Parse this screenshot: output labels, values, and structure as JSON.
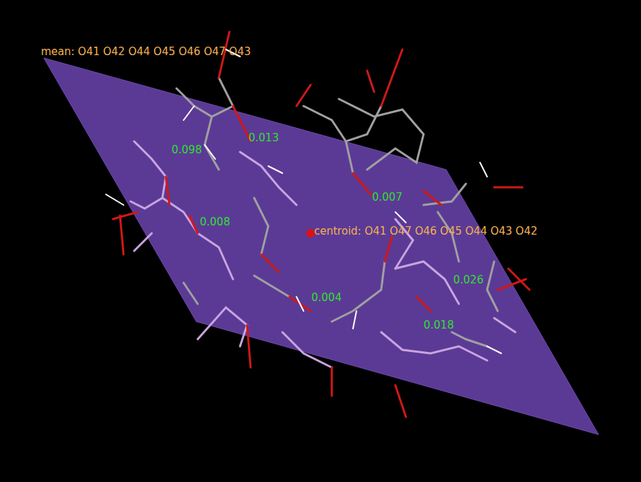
{
  "diagram": {
    "labels": [
      "mean: O41 O42 O44 O45 O46 O47 O43",
      "0.098",
      "0.013",
      "0.007",
      "0.008",
      "centroid: O41 O47 O46 O45 O44 O43 O42",
      "0.004",
      "0.026",
      "0.018"
    ]
  }
}
